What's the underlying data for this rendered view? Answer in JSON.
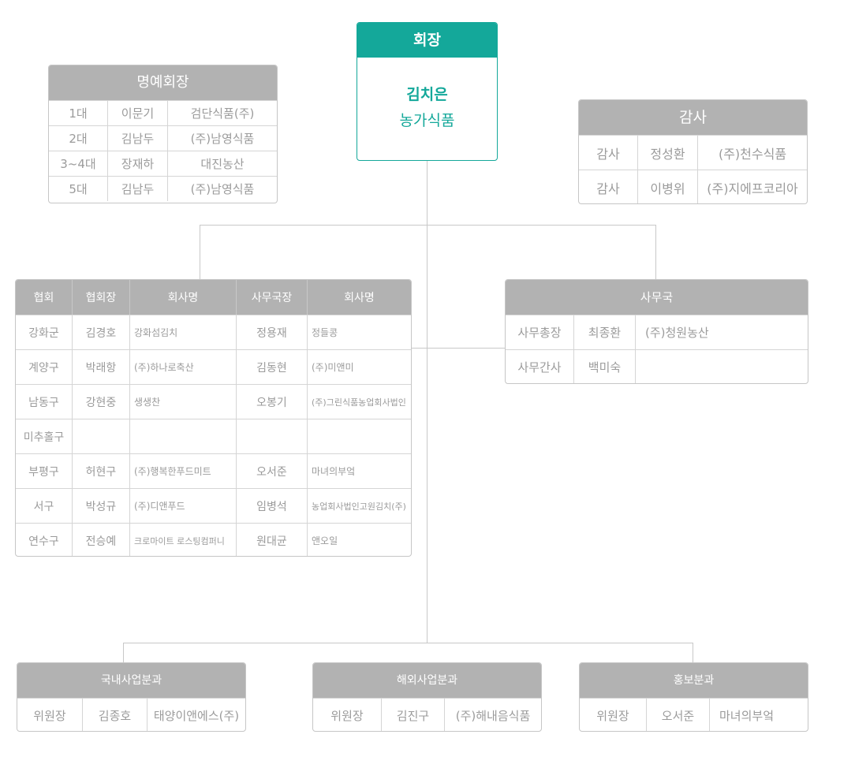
{
  "chairman": {
    "title": "회장",
    "name": "김치은",
    "company": "농가식품"
  },
  "honorary": {
    "title": "명예회장",
    "rows": [
      [
        "1대",
        "이문기",
        "검단식품(주)"
      ],
      [
        "2대",
        "김남두",
        "(주)남영식품"
      ],
      [
        "3~4대",
        "장재하",
        "대진농산"
      ],
      [
        "5대",
        "김남두",
        "(주)남영식품"
      ]
    ]
  },
  "audit": {
    "title": "감사",
    "rows": [
      [
        "감사",
        "정성환",
        "(주)천수식품"
      ],
      [
        "감사",
        "이병위",
        "(주)지에프코리아"
      ]
    ]
  },
  "associations": {
    "headers": [
      "협회",
      "협회장",
      "회사명",
      "사무국장",
      "회사명"
    ],
    "rows": [
      [
        "강화군",
        "김경호",
        "강화섬김치",
        "정용재",
        "정들콩"
      ],
      [
        "계양구",
        "박래항",
        "(주)하나로축산",
        "김동현",
        "(주)미앤미"
      ],
      [
        "남동구",
        "강현중",
        "생생찬",
        "오봉기",
        "(주)그린식품농업회사법인"
      ],
      [
        "미추홀구",
        "",
        "",
        "",
        ""
      ],
      [
        "부평구",
        "허현구",
        "(주)행복한푸드미트",
        "오서준",
        "마녀의부엌"
      ],
      [
        "서구",
        "박성규",
        "(주)디앤푸드",
        "임병석",
        "농업회사법인고원김치(주)"
      ],
      [
        "연수구",
        "전승예",
        "크로마이트 로스팅컴퍼니",
        "원대균",
        "앤오일"
      ]
    ]
  },
  "secretariat": {
    "title": "사무국",
    "rows": [
      [
        "사무총장",
        "최종환",
        "(주)청원농산"
      ],
      [
        "사무간사",
        "백미숙",
        ""
      ]
    ]
  },
  "subcommittees": [
    {
      "title": "국내사업분과",
      "row": [
        "위원장",
        "김종호",
        "태양이앤에스(주)"
      ]
    },
    {
      "title": "해외사업분과",
      "row": [
        "위원장",
        "김진구",
        "(주)해내음식품"
      ]
    },
    {
      "title": "홍보분과",
      "row": [
        "위원장",
        "오서준",
        "마녀의부엌"
      ]
    }
  ]
}
